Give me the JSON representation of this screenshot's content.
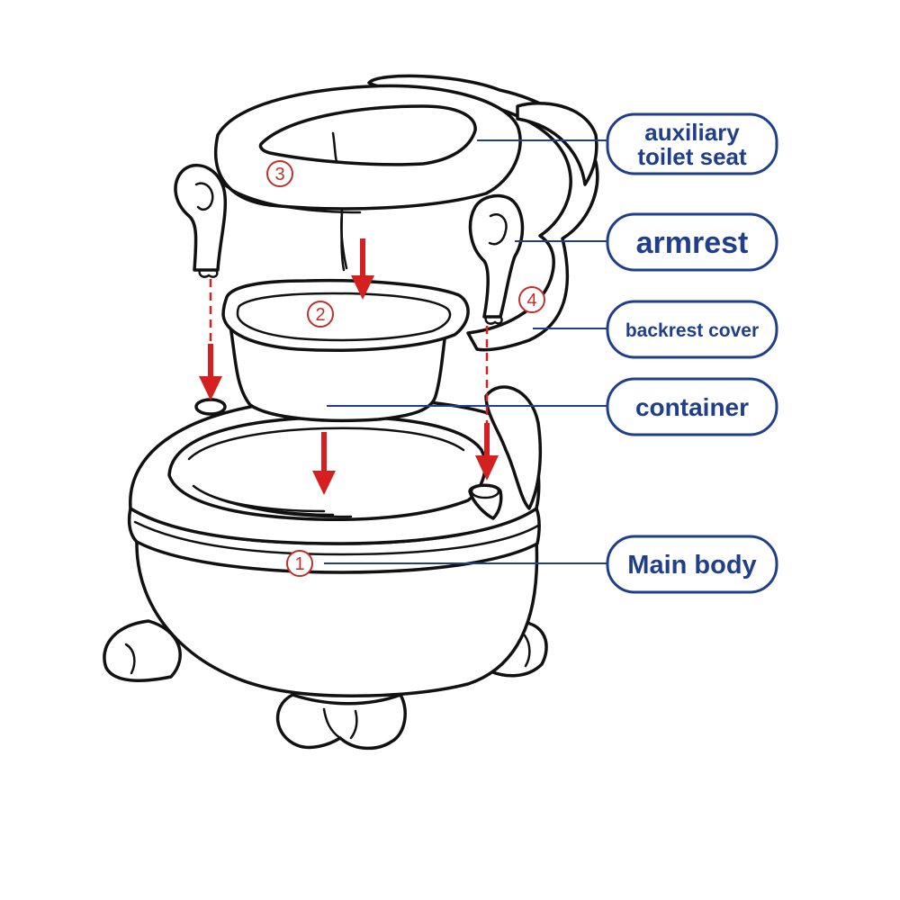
{
  "labels": {
    "seat_line1": "auxiliary",
    "seat_line2": "toilet seat",
    "armrest": "armrest",
    "backrest": "backrest cover",
    "container": "container",
    "main_body": "Main body"
  },
  "part_numbers": {
    "main_body": "1",
    "container": "2",
    "seat": "3",
    "backrest": "4"
  },
  "colors": {
    "label_blue": "#1f3e8c",
    "arrow_red": "#d42020",
    "number_red": "#c0302a",
    "line_black": "#111111"
  }
}
